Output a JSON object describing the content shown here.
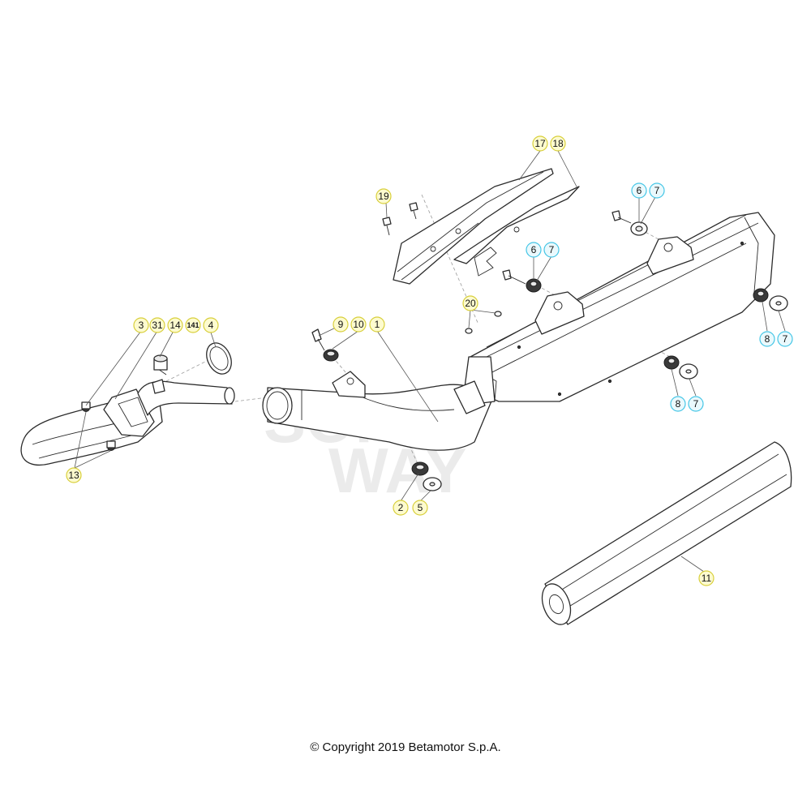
{
  "watermark": {
    "line1": "SOFT",
    "line2": "WAY"
  },
  "callouts": [
    {
      "id": "c3",
      "label": "3",
      "style": "yellow"
    },
    {
      "id": "c31",
      "label": "31",
      "style": "yellow"
    },
    {
      "id": "c14",
      "label": "14",
      "style": "yellow"
    },
    {
      "id": "c141",
      "label": "141",
      "style": "yellow"
    },
    {
      "id": "c4",
      "label": "4",
      "style": "yellow"
    },
    {
      "id": "c13",
      "label": "13",
      "style": "yellow"
    },
    {
      "id": "c9",
      "label": "9",
      "style": "yellow"
    },
    {
      "id": "c10",
      "label": "10",
      "style": "yellow"
    },
    {
      "id": "c1",
      "label": "1",
      "style": "yellow"
    },
    {
      "id": "c2",
      "label": "2",
      "style": "yellow"
    },
    {
      "id": "c5",
      "label": "5",
      "style": "yellow"
    },
    {
      "id": "c19",
      "label": "19",
      "style": "yellow"
    },
    {
      "id": "c17",
      "label": "17",
      "style": "yellow"
    },
    {
      "id": "c18",
      "label": "18",
      "style": "yellow"
    },
    {
      "id": "c20",
      "label": "20",
      "style": "yellow"
    },
    {
      "id": "c6a",
      "label": "6",
      "style": "cyan"
    },
    {
      "id": "c7a",
      "label": "7",
      "style": "cyan"
    },
    {
      "id": "c6b",
      "label": "6",
      "style": "cyan"
    },
    {
      "id": "c7b",
      "label": "7",
      "style": "cyan"
    },
    {
      "id": "c8a",
      "label": "8",
      "style": "cyan"
    },
    {
      "id": "c7c",
      "label": "7",
      "style": "cyan"
    },
    {
      "id": "c8b",
      "label": "8",
      "style": "cyan"
    },
    {
      "id": "c7d",
      "label": "7",
      "style": "cyan"
    },
    {
      "id": "c11",
      "label": "11",
      "style": "yellow"
    }
  ],
  "copyright": "© Copyright 2019 Betamotor S.p.A.",
  "colors": {
    "callout_yellow_fill": "#fdfbcf",
    "callout_yellow_stroke": "#d8cf3b",
    "callout_cyan_fill": "#eaf9fd",
    "callout_cyan_stroke": "#45c6e6"
  }
}
